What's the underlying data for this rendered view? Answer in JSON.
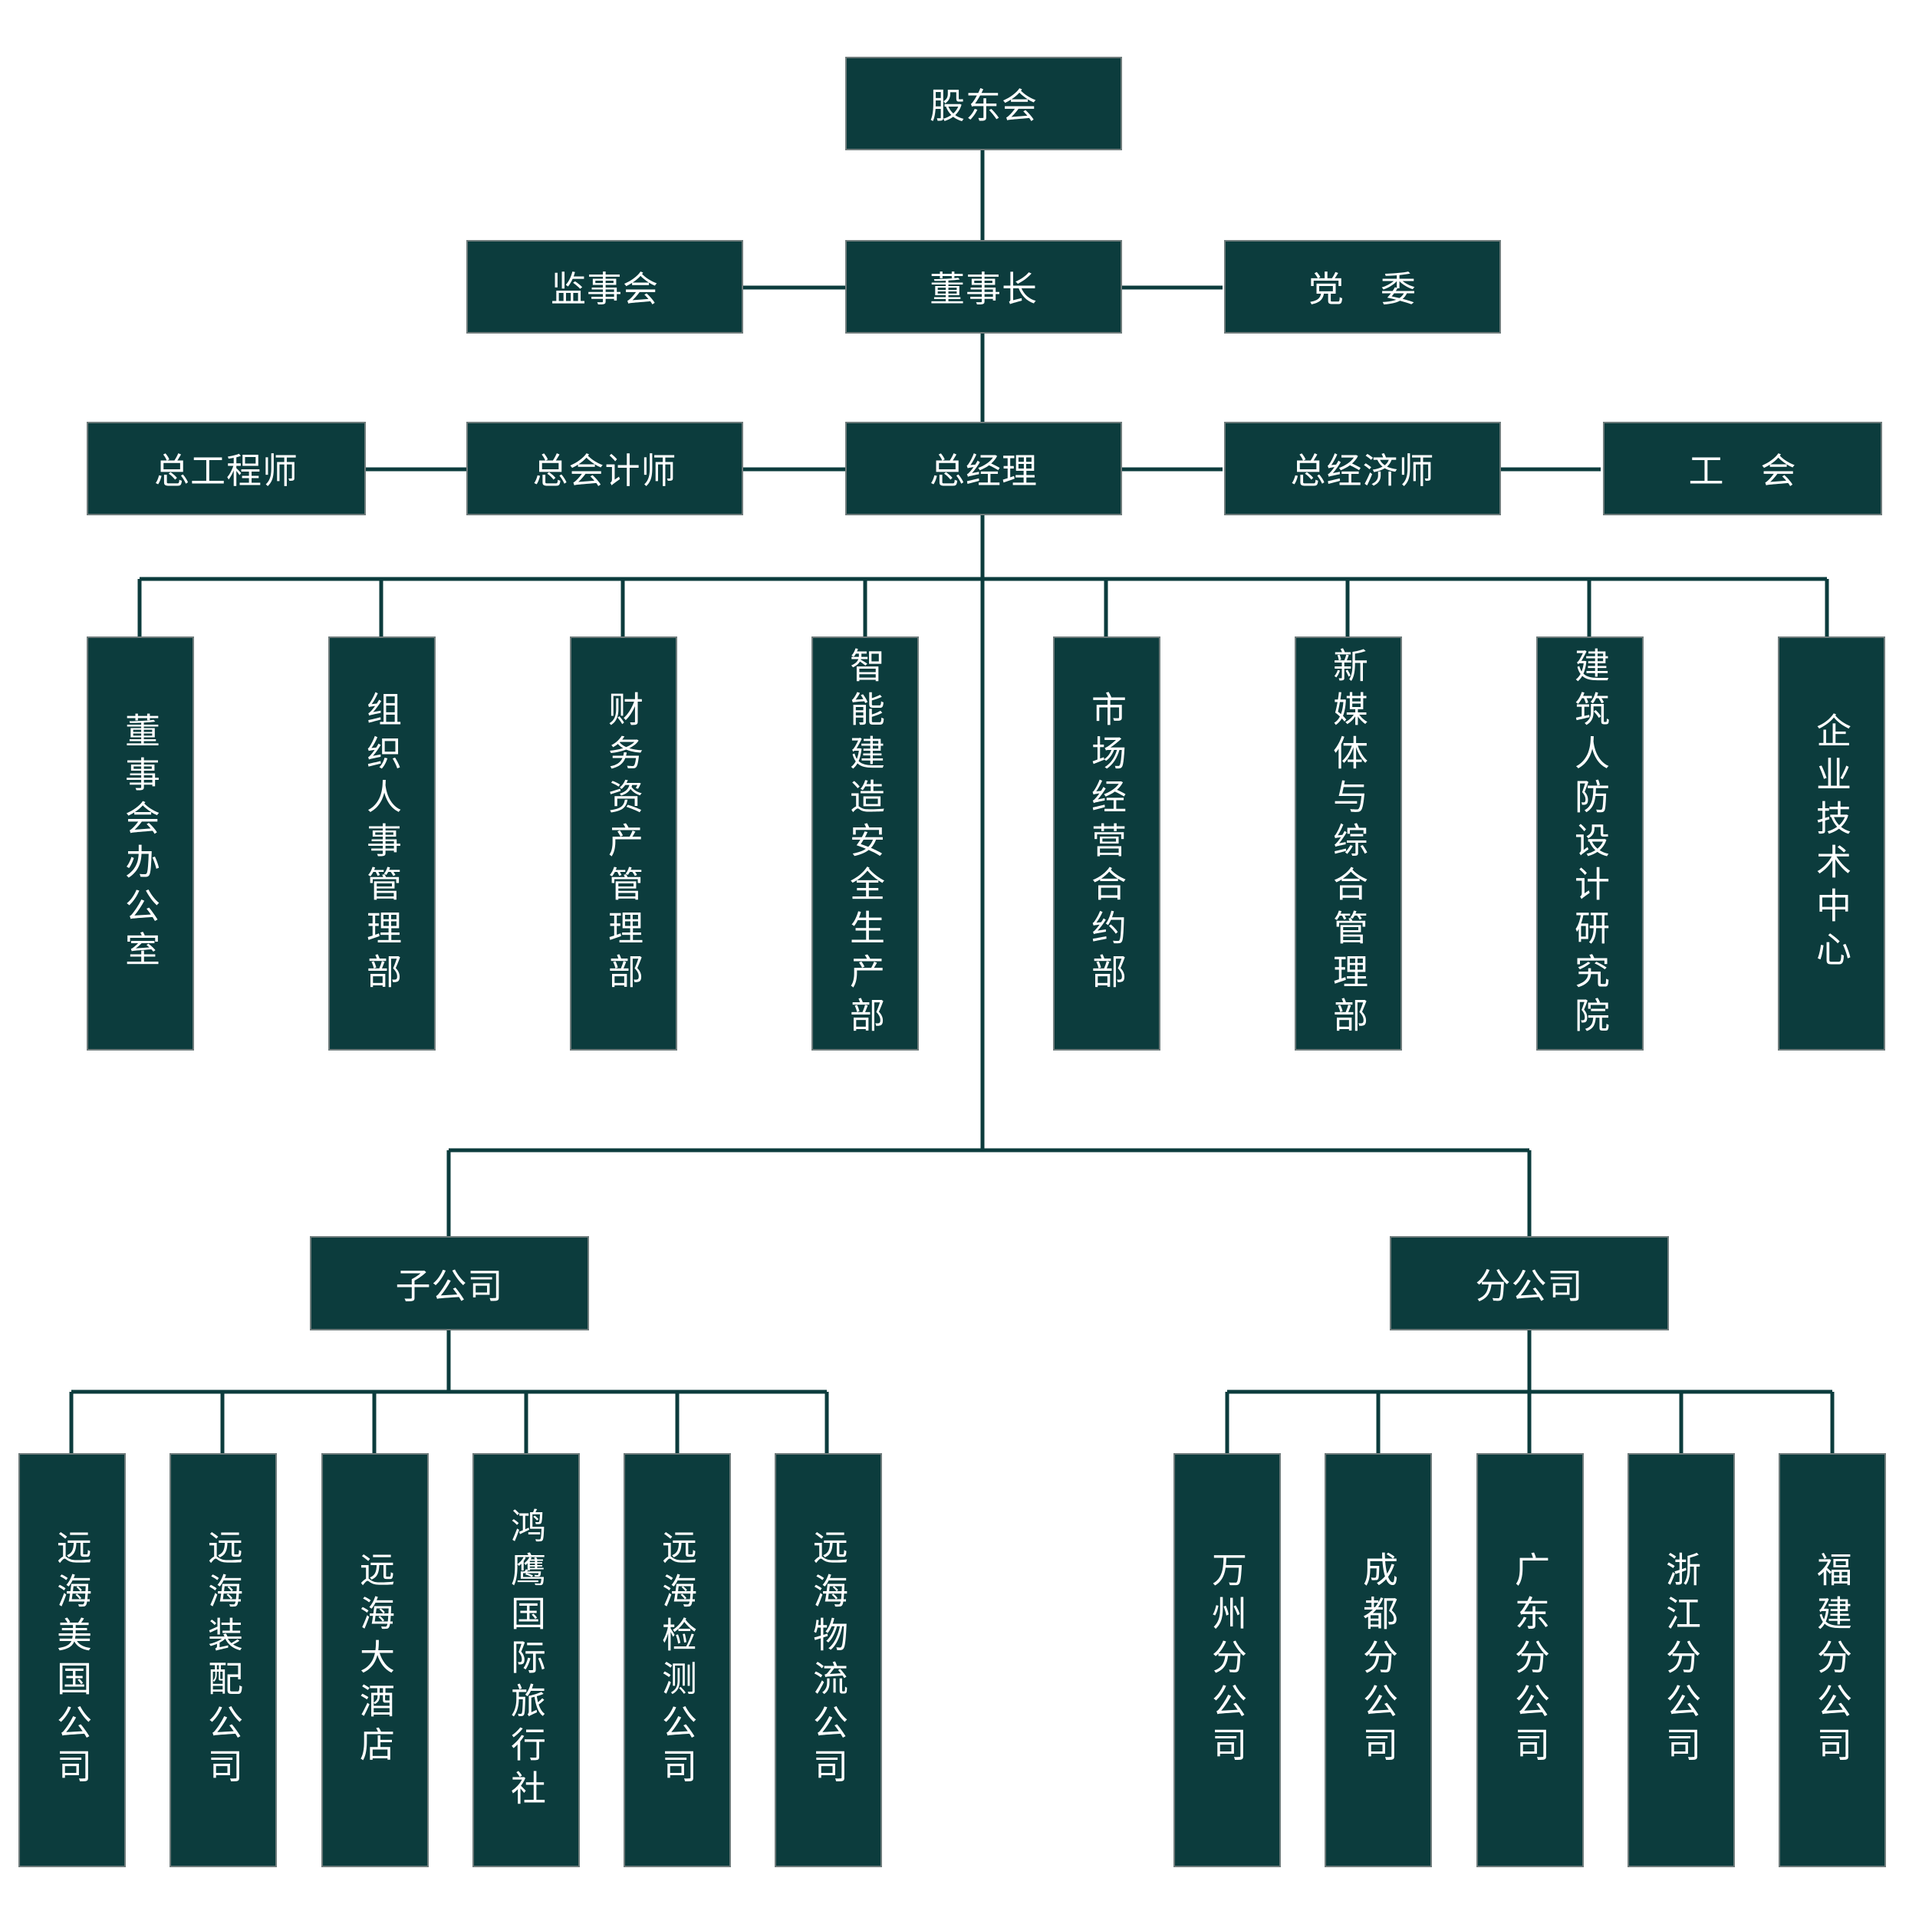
{
  "colors": {
    "box_fill": "#0c3c3d",
    "box_border": "#6f7c7c",
    "line": "#0c3c3d",
    "text": "#ffffff"
  },
  "top": {
    "shareholders": "股东会"
  },
  "board": {
    "supervisors": "监事会",
    "chairman": "董事长",
    "party": "党　委"
  },
  "management": {
    "chief_engineer": "总工程师",
    "chief_accountant": "总会计师",
    "general_manager": "总经理",
    "chief_economist": "总经济师",
    "union": "工　会"
  },
  "departments": [
    "董事会办公室",
    "组织人事管理部",
    "财务资产管理部",
    "智能建造安全生产部",
    "市场经营合约部",
    "新媒体与综合管理部",
    "建筑人防设计研究院",
    "企业技术中心"
  ],
  "subsidiaries": {
    "label": "子公司",
    "items": [
      "远海美国公司",
      "远海装配公司",
      "远海大酒店",
      "鸿鹰国际旅行社",
      "远海检测公司",
      "远海物流公司"
    ]
  },
  "branches": {
    "label": "分公司",
    "items": [
      "万州分公司",
      "成都分公司",
      "广东分公司",
      "浙江分公司",
      "福建分公司"
    ]
  }
}
